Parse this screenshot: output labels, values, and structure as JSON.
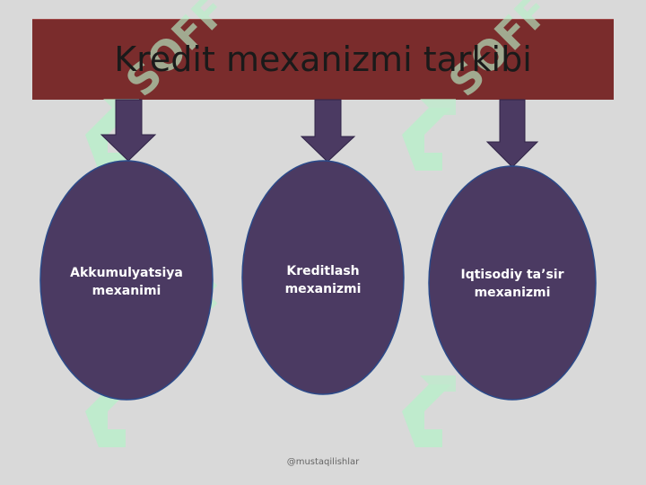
{
  "title": "Kredit mexanizmi tarkibi",
  "mechanisms": [
    {
      "label": "Akkumulyatsiya mexanimi"
    },
    {
      "label": "Kreditlash mexanizmi"
    },
    {
      "label": "Iqtisodiy ta’sir mexanizmi"
    }
  ],
  "footer": "@mustaqilishlar",
  "watermark_text": "SOFF",
  "colors": {
    "background": "#d9d9d9",
    "title_bar": "#7a2c2c",
    "shape_fill": "#4b3a62",
    "arrow_outline": "#2f2347",
    "watermark": "#b6f0c8"
  }
}
